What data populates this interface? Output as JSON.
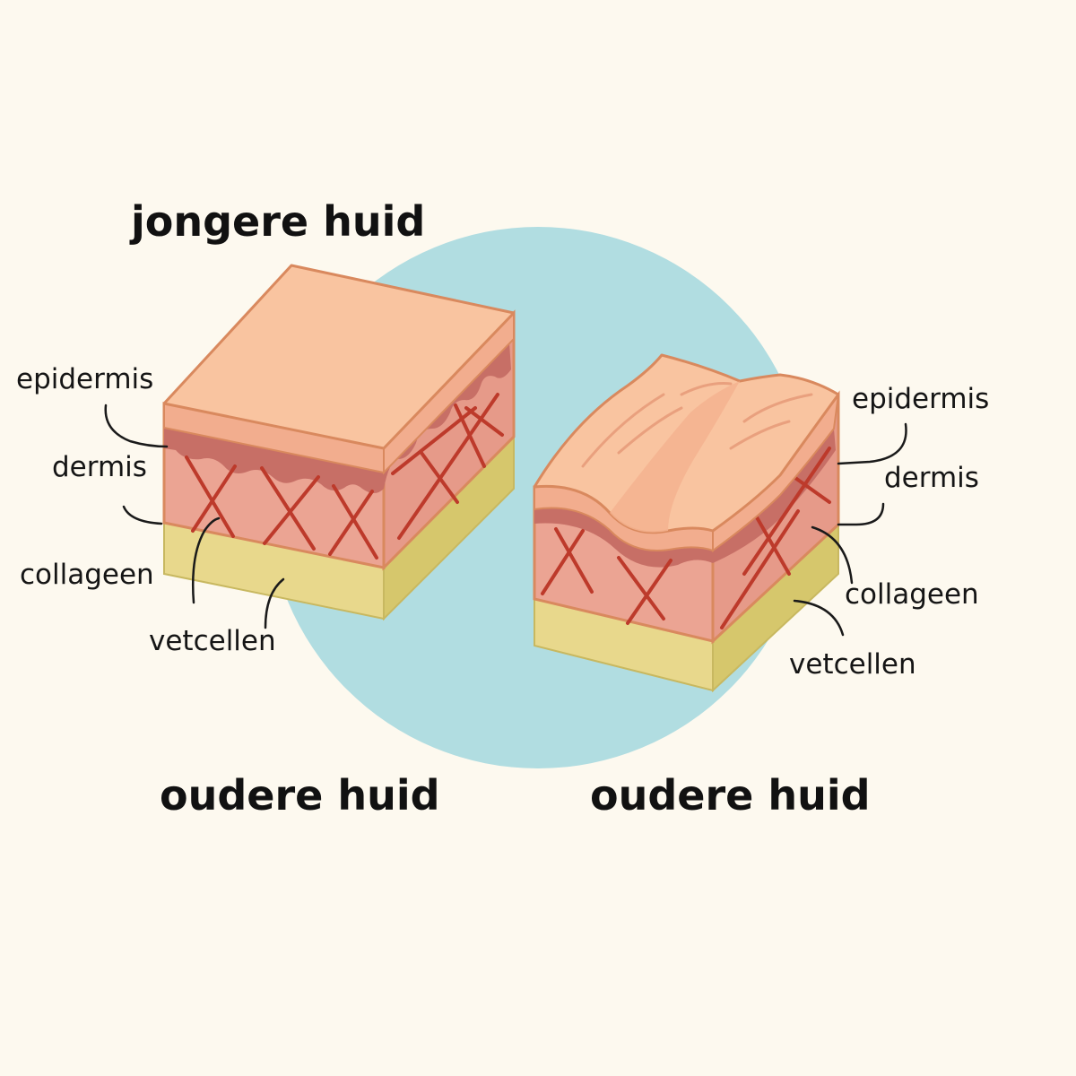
{
  "titles": {
    "young": "jongere huid",
    "old_left": "oudere huid",
    "old_right": "oudere huid"
  },
  "labels": {
    "left": {
      "epidermis": "epidermis",
      "dermis": "dermis",
      "collagen": "collageen",
      "fat": "vetcellen"
    },
    "right": {
      "epidermis": "epidermis",
      "dermis": "dermis",
      "collagen": "collageen",
      "fat": "vetcellen"
    }
  },
  "colors": {
    "background": "#fdf9ef",
    "circle": "#b1dde1",
    "epidermis_top": "#f9c4a0",
    "outline": "#d9895e",
    "dermis": "#eba493",
    "dermis_band": "#c76f66",
    "collagen_fibers": "#bd3a2b",
    "fat_front": "#e8d88c",
    "fat_side": "#d6c76c"
  }
}
